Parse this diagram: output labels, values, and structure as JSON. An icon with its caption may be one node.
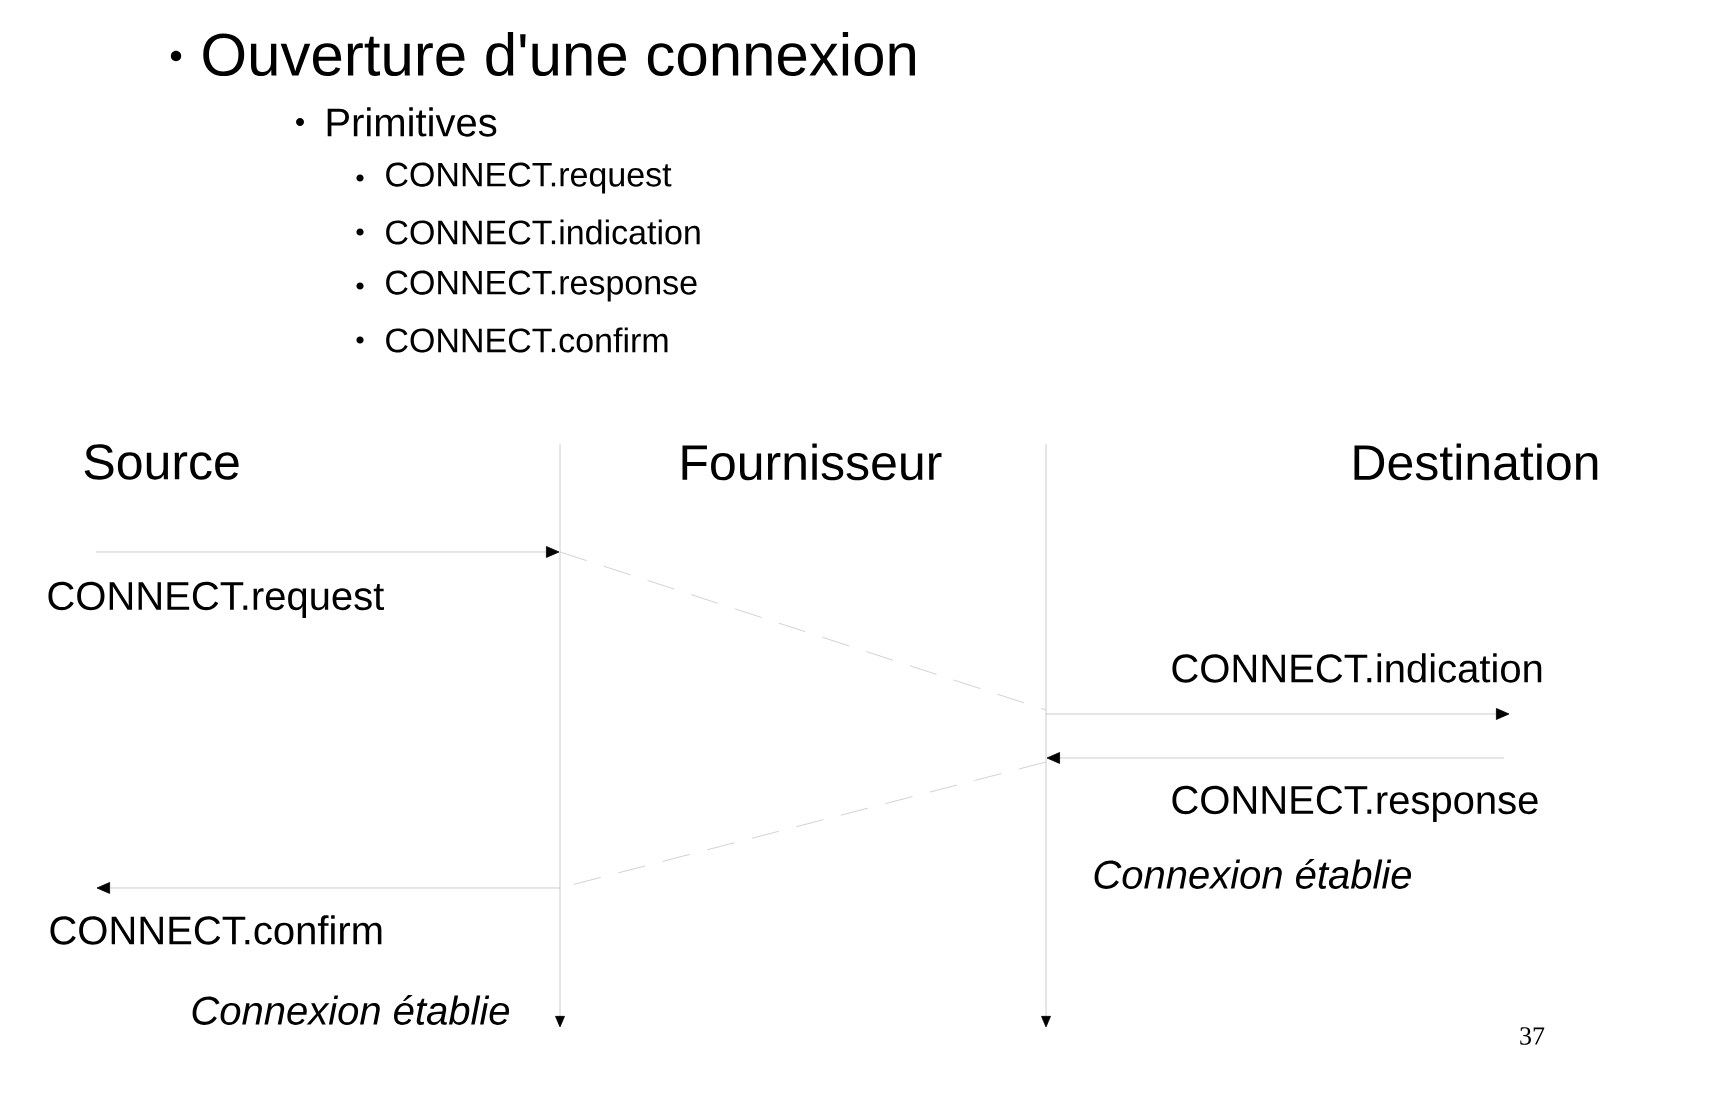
{
  "diagram": {
    "title": "Ouverture d'une connexion",
    "nodes": [
      {
        "text": [],
        "shape": "line"
      },
      {
        "text": [],
        "shape": "line"
      }
    ],
    "edges": [
      {
        "from": null,
        "to": 0,
        "arrow": "to",
        "label": "CONNECT.request"
      },
      {
        "from": 0,
        "to": 1,
        "arrow": "none",
        "style": "dashed"
      },
      {
        "from": 1,
        "to": null,
        "arrow": "to",
        "label": "CONNECT.indication"
      },
      {
        "from": null,
        "to": 1,
        "arrow": "to",
        "label": "CONNECT.response"
      },
      {
        "from": 1,
        "to": 0,
        "arrow": "none",
        "style": "dashed"
      },
      {
        "from": 0,
        "to": null,
        "arrow": "to",
        "label": "CONNECT.confirm"
      }
    ],
    "labels": [
      "Primitives",
      "CONNECT.request",
      "CONNECT.indication",
      "CONNECT.response",
      "CONNECT.confirm",
      "Source",
      "Fournisseur",
      "Destination",
      "Connexion établie",
      "Connexion établie",
      "37"
    ]
  }
}
